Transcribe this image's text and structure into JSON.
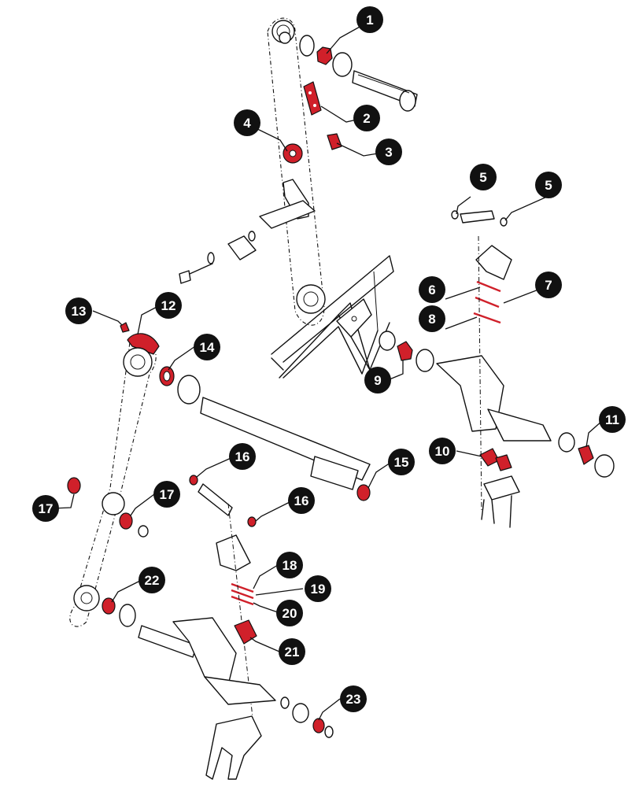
{
  "diagram": {
    "type": "exploded-parts-diagram",
    "highlight_color": "#d0202a",
    "callout_color": "#111111",
    "callouts": [
      {
        "label": "1"
      },
      {
        "label": "2"
      },
      {
        "label": "3"
      },
      {
        "label": "4"
      },
      {
        "label": "5"
      },
      {
        "label": "5"
      },
      {
        "label": "6"
      },
      {
        "label": "7"
      },
      {
        "label": "8"
      },
      {
        "label": "9"
      },
      {
        "label": "10"
      },
      {
        "label": "11"
      },
      {
        "label": "12"
      },
      {
        "label": "13"
      },
      {
        "label": "14"
      },
      {
        "label": "15"
      },
      {
        "label": "16"
      },
      {
        "label": "16"
      },
      {
        "label": "17"
      },
      {
        "label": "17"
      },
      {
        "label": "18"
      },
      {
        "label": "19"
      },
      {
        "label": "20"
      },
      {
        "label": "21"
      },
      {
        "label": "22"
      },
      {
        "label": "23"
      }
    ]
  }
}
